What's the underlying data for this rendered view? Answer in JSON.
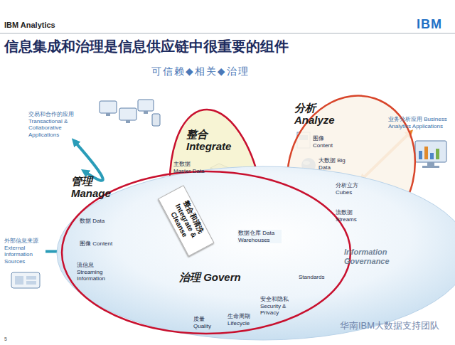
{
  "diagram": {
    "title": "信息集成和治理是信息供应链中很重要的组件",
    "nodes": [
      {
        "text": [
          "交易和合作的应用 Transactional & Collaborative Applications"
        ]
      },
      {
        "text": [
          "整合 Integrate"
        ]
      },
      {
        "text": [
          "主数据 Master Data"
        ],
        "in": 1
      },
      {
        "text": [
          "分析 Analyze"
        ]
      },
      {
        "text": [
          "图像 Content"
        ],
        "in": 3
      },
      {
        "text": [
          "大数据 Big Data"
        ],
        "in": 3
      },
      {
        "text": [
          "分析立方 Cubes"
        ],
        "in": 3
      },
      {
        "text": [
          "流数据 Streams"
        ],
        "in": 3
      },
      {
        "text": [
          "业务分析应用 Business Analytics Applications"
        ]
      },
      {
        "text": [
          "Information Governance"
        ]
      },
      {
        "text": [
          "治理 Govern"
        ],
        "in": 9
      },
      {
        "text": [
          "数据 Data"
        ],
        "in": 10
      },
      {
        "text": [
          "图像 Content"
        ],
        "in": 10
      },
      {
        "text": [
          "流信息 Streaming Information"
        ],
        "in": 10
      },
      {
        "text": [
          "整合和清洗 Integrate & Cleanse"
        ],
        "in": 10
      },
      {
        "text": [
          "数据仓库 Data Warehouses"
        ],
        "in": 10
      },
      {
        "text": [
          "外部信息来源 External Information Sources"
        ]
      },
      {
        "text": [
          "质量 Quality"
        ],
        "in": 10
      },
      {
        "text": [
          "生命周期 Lifecycle"
        ],
        "in": 10
      },
      {
        "text": [
          "安全和隐私 Security & Privacy"
        ],
        "in": 10
      },
      {
        "text": [
          "Standards"
        ],
        "in": 10
      }
    ],
    "edges": [
      {
        "from": 0,
        "to": 10,
        "arrow": "both"
      },
      {
        "from": 16,
        "to": 10,
        "arrow": "to"
      },
      {
        "from": 8,
        "to": 6,
        "arrow": "both"
      },
      {
        "from": 11,
        "to": 14,
        "arrow": "to"
      },
      {
        "from": 12,
        "to": 14,
        "arrow": "to"
      },
      {
        "from": 13,
        "to": 14,
        "arrow": "to"
      },
      {
        "from": 14,
        "to": 2,
        "arrow": "to"
      },
      {
        "from": 14,
        "to": 15,
        "arrow": "to"
      },
      {
        "from": 15,
        "to": 7,
        "arrow": "to"
      }
    ],
    "labels": [
      "IBM Analytics",
      "IBM",
      "可信赖◆相关◆治理",
      "管理 Manage",
      "华南IBM大数据支持团队",
      "5"
    ]
  }
}
